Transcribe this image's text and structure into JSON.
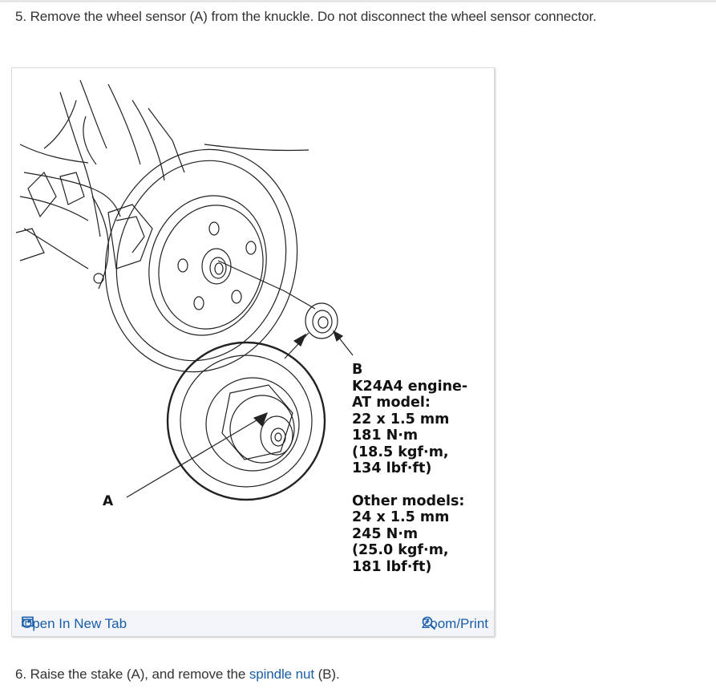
{
  "steps": {
    "step5": "5. Remove the wheel sensor (A) from the knuckle. Do not disconnect the wheel sensor connector.",
    "step6_prefix": "6. Raise the stake (A), and remove the ",
    "step6_link": "spindle nut",
    "step6_suffix": " (B)."
  },
  "figure": {
    "label_a": "A",
    "label_b": "B",
    "spec_k24": [
      "K24A4 engine-",
      "AT model:",
      "22 x 1.5 mm",
      "181 N·m",
      "(18.5 kgf·m,",
      "134 lbf·ft)"
    ],
    "spec_other": [
      "Other models:",
      "24 x 1.5 mm",
      "245 N·m",
      "(25.0 kgf·m,",
      "181 lbf·ft)"
    ]
  },
  "footer": {
    "open_label": "Open In New Tab",
    "zoom_label": "Zoom/Print",
    "open_icon": "open-new-tab-icon",
    "zoom_icon": "magnifier-plus-icon",
    "link_color": "#1a5ea8"
  }
}
